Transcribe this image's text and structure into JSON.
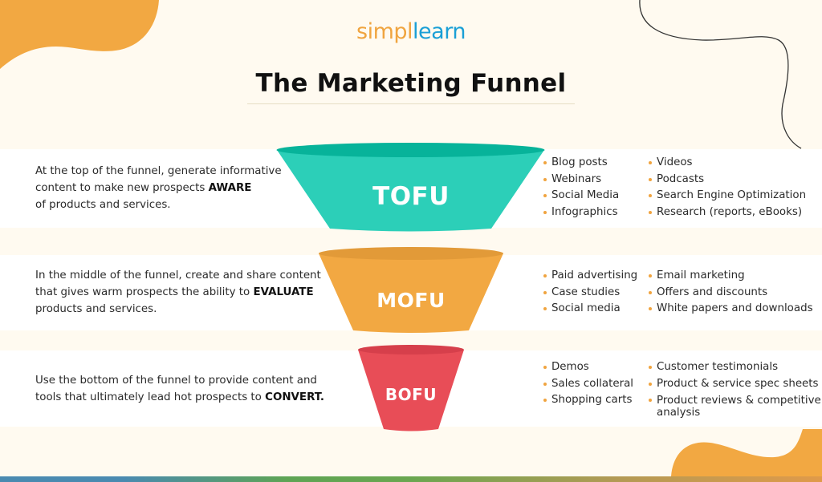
{
  "brand": {
    "logo_part1": "simpl",
    "logo_part2": "learn"
  },
  "title": "The Marketing Funnel",
  "colors": {
    "tofu": "#2ccfb8",
    "tofu_rim": "#07b39a",
    "mofu": "#f2a842",
    "mofu_rim": "#e29a38",
    "bofu": "#e84d57",
    "bofu_rim": "#d63f4b",
    "accent_orange": "#f0a43f",
    "accent_blue": "#1a9fd6",
    "background": "#fffaf0"
  },
  "stages": [
    {
      "label": "TOFU",
      "description_pre": "At the top of the funnel, generate informative content to make new prospects ",
      "description_line1": "At the top of the funnel, generate informative",
      "description_line2_pre": "content to make new prospects ",
      "description_emphasis": "AWARE",
      "description_line3": "of products and services.",
      "tactics_col1": [
        "Blog posts",
        "Webinars",
        "Social Media",
        "Infographics"
      ],
      "tactics_col2": [
        "Videos",
        "Podcasts",
        "Search Engine Optimization",
        "Research (reports, eBooks)"
      ]
    },
    {
      "label": "MOFU",
      "description_line1": "In the middle of the funnel, create and share content",
      "description_line2_pre": "that gives warm prospects the ability to ",
      "description_emphasis": "EVALUATE",
      "description_line3": "products and services.",
      "tactics_col1": [
        "Paid advertising",
        "Case studies",
        "Social media"
      ],
      "tactics_col2": [
        "Email marketing",
        "Offers and discounts",
        "White papers and downloads"
      ]
    },
    {
      "label": "BOFU",
      "description_line1": "Use the bottom of the funnel to provide content and",
      "description_line2_pre": "tools that ultimately lead hot prospects to ",
      "description_emphasis": "CONVERT.",
      "tactics_col1": [
        "Demos",
        "Sales collateral",
        "Shopping carts"
      ],
      "tactics_col2": [
        "Customer testimonials",
        "Product & service spec sheets",
        "Product reviews & competitive analysis"
      ]
    }
  ]
}
